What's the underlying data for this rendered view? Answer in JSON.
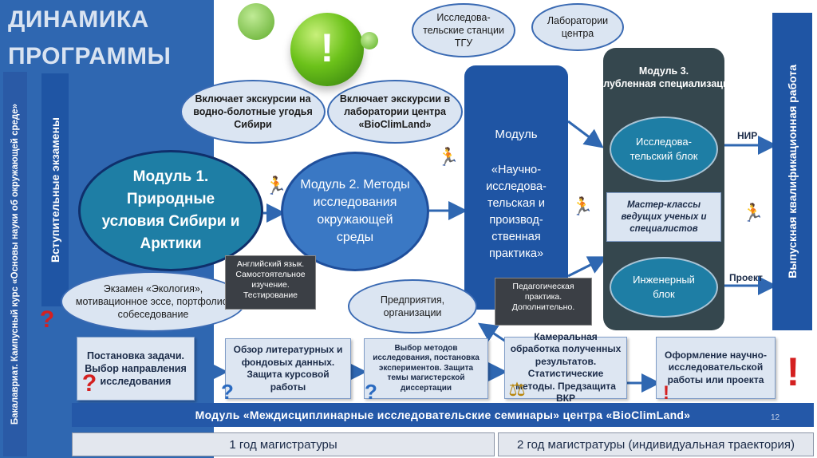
{
  "title": {
    "line1": "ДИНАМИКА",
    "line2": "ПРОГРАММЫ"
  },
  "bachelor_bar": "Бакалавриат. Кампусный курс «Основы науки об окружающей среде»",
  "entrance_exams": "Вступительные экзамены",
  "graduation_work": "Выпускная квалификационная работа",
  "module1": {
    "title": "Модуль 1. Природные условия Сибири и Арктики"
  },
  "module2": {
    "title": "Модуль 2. Методы исследования окружающей среды"
  },
  "module_center": {
    "heading": "Модуль",
    "body": "«Научно-исследова-тельская и производ-ственная практика»"
  },
  "module3": {
    "heading": "Модуль 3.",
    "subheading": "Углубленная специализация",
    "research_block": "Исследова-тельский блок",
    "masterclasses": "Мастер-классы ведущих ученых и специалистов",
    "engineering_block": "Инженерный блок"
  },
  "bubbles": {
    "excursion_wetlands": "Включает экскурсии на водно-болотные угодья Сибири",
    "excursion_labs": "Включает экскурсии в лаборатории центра «BioClimLand»",
    "research_stations": "Исследова-тельские станции ТГУ",
    "center_labs": "Лаборатории центра",
    "enterprises": "Предприятия, организации",
    "exam_ecology": "Экзамен «Экология», мотивационное эссе, портфолио, собеседование"
  },
  "notes": {
    "english": "Английский язык. Самостоятельное изучение. Тестирование",
    "pedagogical": "Педагогическая практика. Дополнительно."
  },
  "labels": {
    "nir": "НИР",
    "project": "Проект"
  },
  "steps": [
    "Постановка задачи. Выбор направления исследования",
    "Обзор литературных и фондовых данных. Защита курсовой работы",
    "Выбор методов исследования, постановка экспериментов. Защита темы магистерской диссертации",
    "Камеральная обработка полученных результатов. Статистические методы. Предзащита ВКР",
    "Оформление научно-исследовательской работы или проекта"
  ],
  "seminar_bar": "Модуль «Междисциплинарные исследовательские семинары» центра «BioClimLand»",
  "years": {
    "first": "1 год магистратуры",
    "second": "2 год магистратуры (индивидуальная траектория)"
  },
  "page_number": "12",
  "colors": {
    "primary_blue": "#2f67b1",
    "dark_blue": "#1f4f9c",
    "module_teal": "#1e7ea5",
    "bubble_fill": "#dbe5f2",
    "module3_bg": "#35474e",
    "accent_red": "#d42020"
  }
}
